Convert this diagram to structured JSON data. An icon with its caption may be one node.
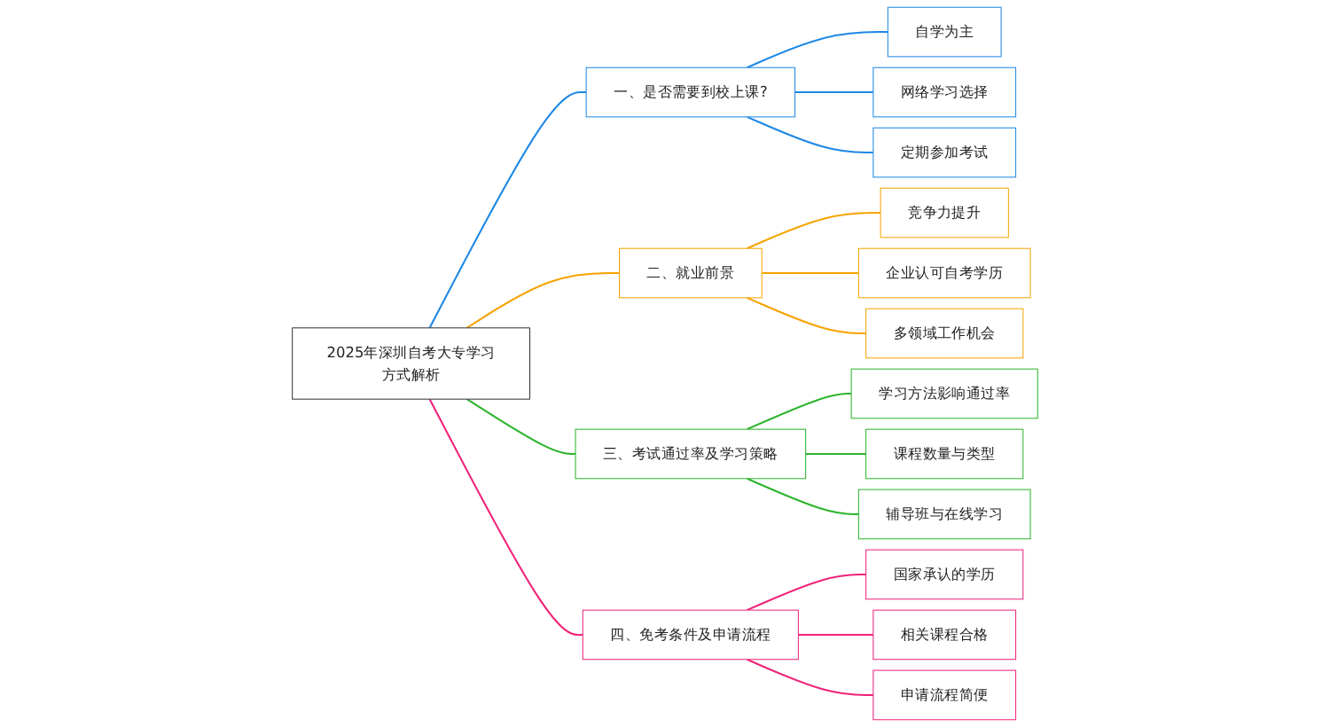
{
  "diagram": {
    "nodes": [
      {
        "text": [
          "2025年深圳自考大专学习方式解析"
        ]
      },
      {
        "text": [
          "一、是否需要到校上课?"
        ]
      },
      {
        "text": [
          "自学为主"
        ]
      },
      {
        "text": [
          "网络学习选择"
        ]
      },
      {
        "text": [
          "定期参加考试"
        ]
      },
      {
        "text": [
          "二、就业前景"
        ]
      },
      {
        "text": [
          "竞争力提升"
        ]
      },
      {
        "text": [
          "企业认可自考学历"
        ]
      },
      {
        "text": [
          "多领域工作机会"
        ]
      },
      {
        "text": [
          "三、考试通过率及学习策略"
        ]
      },
      {
        "text": [
          "学习方法影响通过率"
        ]
      },
      {
        "text": [
          "课程数量与类型"
        ]
      },
      {
        "text": [
          "辅导班与在线学习"
        ]
      },
      {
        "text": [
          "四、免考条件及申请流程"
        ]
      },
      {
        "text": [
          "国家承认的学历"
        ]
      },
      {
        "text": [
          "相关课程合格"
        ]
      },
      {
        "text": [
          "申请流程简便"
        ]
      }
    ],
    "edges": [
      {
        "from": 0,
        "to": 1,
        "arrow": "none",
        "color": "#1e88e5"
      },
      {
        "from": 1,
        "to": 2,
        "arrow": "none",
        "color": "#1e88e5"
      },
      {
        "from": 1,
        "to": 3,
        "arrow": "none",
        "color": "#1e88e5"
      },
      {
        "from": 1,
        "to": 4,
        "arrow": "none",
        "color": "#1e88e5"
      },
      {
        "from": 0,
        "to": 5,
        "arrow": "none",
        "color": "#f5a300"
      },
      {
        "from": 5,
        "to": 6,
        "arrow": "none",
        "color": "#f5a300"
      },
      {
        "from": 5,
        "to": 7,
        "arrow": "none",
        "color": "#f5a300"
      },
      {
        "from": 5,
        "to": 8,
        "arrow": "none",
        "color": "#f5a300"
      },
      {
        "from": 0,
        "to": 9,
        "arrow": "none",
        "color": "#2db52d"
      },
      {
        "from": 9,
        "to": 10,
        "arrow": "none",
        "color": "#2db52d"
      },
      {
        "from": 9,
        "to": 11,
        "arrow": "none",
        "color": "#2db52d"
      },
      {
        "from": 9,
        "to": 12,
        "arrow": "none",
        "color": "#2db52d"
      },
      {
        "from": 0,
        "to": 13,
        "arrow": "none",
        "color": "#f0237a"
      },
      {
        "from": 13,
        "to": 14,
        "arrow": "none",
        "color": "#f0237a"
      },
      {
        "from": 13,
        "to": 15,
        "arrow": "none",
        "color": "#f0237a"
      },
      {
        "from": 13,
        "to": 16,
        "arrow": "none",
        "color": "#f0237a"
      }
    ]
  }
}
